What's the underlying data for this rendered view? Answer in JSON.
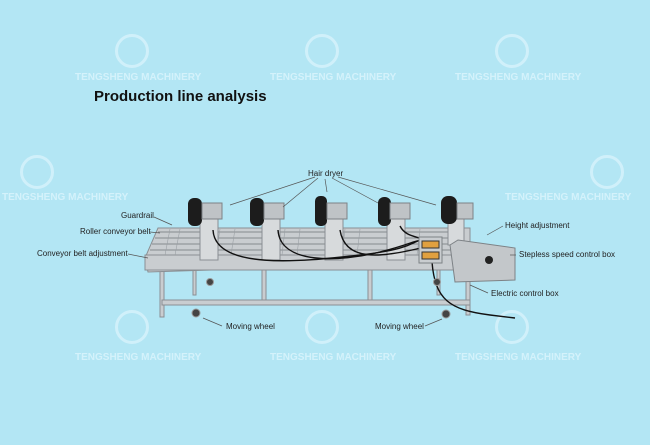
{
  "title": "Production line analysis",
  "watermark": "TENGSHENG MACHINERY",
  "labels": {
    "hair_dryer": "Hair dryer",
    "guardrail": "Guardrail",
    "roller_conveyor_belt": "Roller conveyor belt",
    "conveyor_belt_adjustment": "Conveyor belt adjustment",
    "height_adjustment": "Height adjustment",
    "stepless_speed_control_box": "Stepless speed control box",
    "electric_control_box": "Electric control box",
    "moving_wheel_left": "Moving wheel",
    "moving_wheel_right": "Moving wheel"
  },
  "colors": {
    "background": "#b3e6f4",
    "steel": "#c9cdd0",
    "dryer": "#1c1c1c"
  }
}
